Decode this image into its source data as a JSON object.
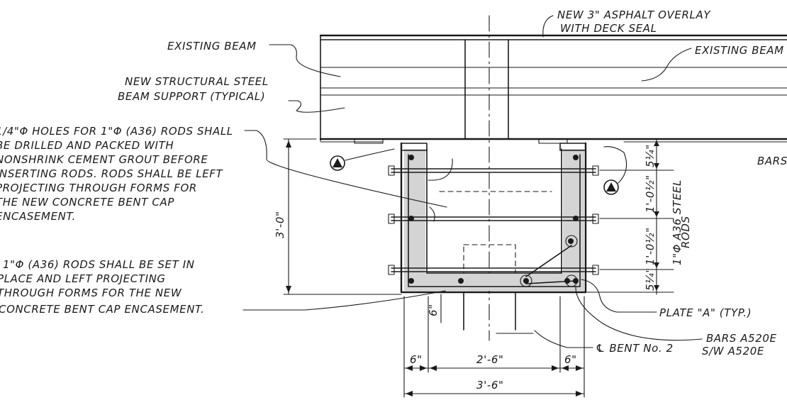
{
  "notes": {
    "overlay_line1": "NEW 3\" ASPHALT OVERLAY",
    "overlay_line2": "WITH DECK SEAL",
    "existing_beam_left": "EXISTING BEAM",
    "existing_beam_right": "EXISTING BEAM",
    "support_line1": "NEW STRUCTURAL STEEL",
    "support_line2": "BEAM SUPPORT (TYPICAL)",
    "holes_line1": "1/4\"Φ HOLES FOR 1\"Φ (A36) RODS SHALL",
    "holes_line2": "BE DRILLED AND PACKED WITH",
    "holes_line3": "NONSHRINK CEMENT GROUT BEFORE",
    "holes_line4": "INSERTING RODS. RODS SHALL BE LEFT",
    "holes_line5": "PROJECTING THROUGH FORMS FOR",
    "holes_line6": "THE NEW CONCRETE BENT CAP",
    "holes_line7": "ENCASEMENT.",
    "rods_line1": "1\"Φ (A36) RODS SHALL BE SET IN",
    "rods_line2": "PLACE AND LEFT PROJECTING",
    "rods_line3": "THROUGH FORMS FOR THE NEW",
    "rods_line4": "CONCRETE BENT CAP ENCASEMENT.",
    "plate": "PLATE \"A\" (TYP.)",
    "bent": "℄ BENT No. 2",
    "bars_right_top": "BARS",
    "bars_line1": "BARS A520E",
    "bars_line2": "S/W A520E",
    "steel_rods_line1": "1\"Φ A36 STEEL",
    "steel_rods_line2": "RODS"
  },
  "dimensions": {
    "height_total": "3'-0\"",
    "dim_5_25_top": "5¼\"",
    "dim_1_05_top": "1'-0½\"",
    "dim_1_05_bot": "1'-0½\"",
    "dim_5_25_bot": "5¼\"",
    "dim_6_bottom": "6\"",
    "dim_6_left": "6\"",
    "dim_2_6": "2'-6\"",
    "dim_6_right": "6\"",
    "dim_3_6": "3'-6\""
  },
  "symbols": {
    "section_marker_left": "section-marker-triangle",
    "section_marker_right": "section-marker-triangle"
  },
  "colors": {
    "ink": "#1a1a1a",
    "concrete": "#d4d4d4",
    "paper": "#ffffff"
  }
}
